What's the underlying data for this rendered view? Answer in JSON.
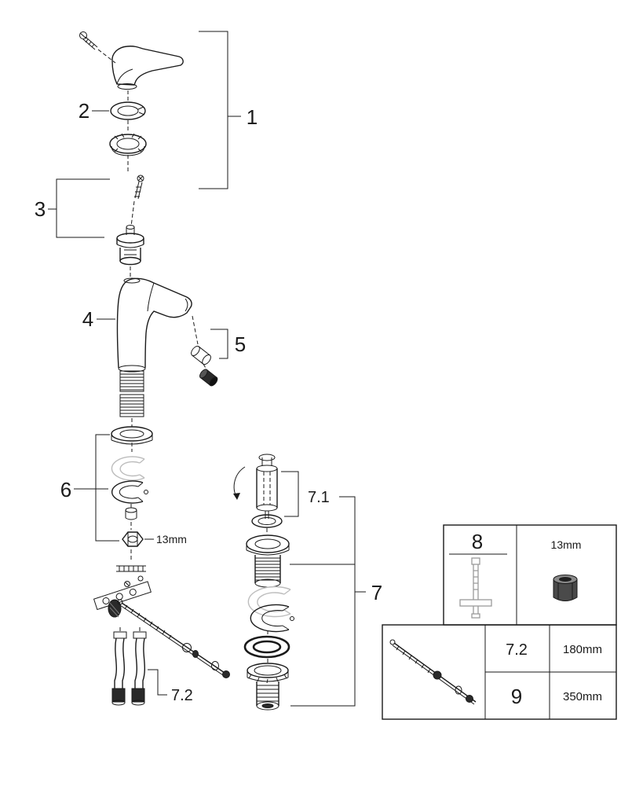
{
  "diagram_type": "faucet-exploded-parts-diagram",
  "labels": {
    "p1": "1",
    "p2": "2",
    "p3": "3",
    "p4": "4",
    "p5": "5",
    "p6": "6",
    "p7": "7",
    "p7_1": "7.1",
    "p7_2": "7.2"
  },
  "annotations": {
    "hex_size_main": "13mm"
  },
  "inset_tool": {
    "label": "8",
    "nut_size": "13mm"
  },
  "inset_table": {
    "rows": [
      {
        "part": "7.2",
        "length": "180mm"
      },
      {
        "part": "9",
        "length": "350mm"
      }
    ]
  },
  "colors": {
    "line": "#1a1a1a",
    "ghost": "#bdbdbd",
    "background": "#ffffff"
  }
}
